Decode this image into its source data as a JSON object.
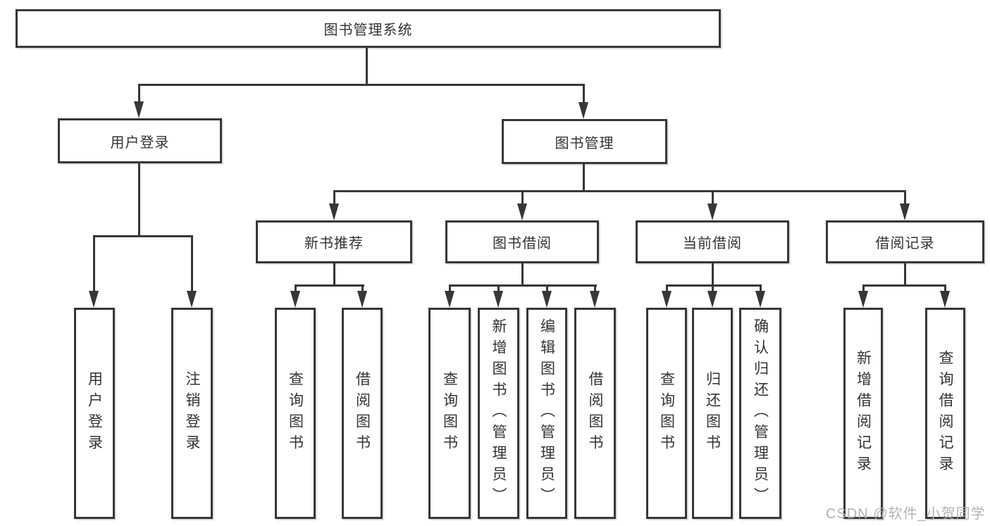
{
  "tree": {
    "root": {
      "label": "图书管理系统"
    },
    "branches": [
      {
        "label": "用户登录",
        "children": [
          {
            "label": "用户登录"
          },
          {
            "label": "注销登录"
          }
        ]
      },
      {
        "label": "图书管理",
        "children": [
          {
            "label": "新书推荐",
            "children": [
              {
                "label": "查询图书"
              },
              {
                "label": "借阅图书"
              }
            ]
          },
          {
            "label": "图书借阅",
            "children": [
              {
                "label": "查询图书"
              },
              {
                "label": "新增图书（管理员）"
              },
              {
                "label": "编辑图书（管理员）"
              },
              {
                "label": "借阅图书"
              }
            ]
          },
          {
            "label": "当前借阅",
            "children": [
              {
                "label": "查询图书"
              },
              {
                "label": "归还图书"
              },
              {
                "label": "确认归还（管理员）"
              }
            ]
          },
          {
            "label": "借阅记录",
            "children": [
              {
                "label": "新增借阅记录"
              },
              {
                "label": "查询借阅记录"
              }
            ]
          }
        ]
      }
    ]
  },
  "watermark": "CSDN @软件_小贺同学",
  "colors": {
    "line": "#373737",
    "text": "#333333",
    "background": "#ffffff",
    "watermark": "#acacac"
  }
}
